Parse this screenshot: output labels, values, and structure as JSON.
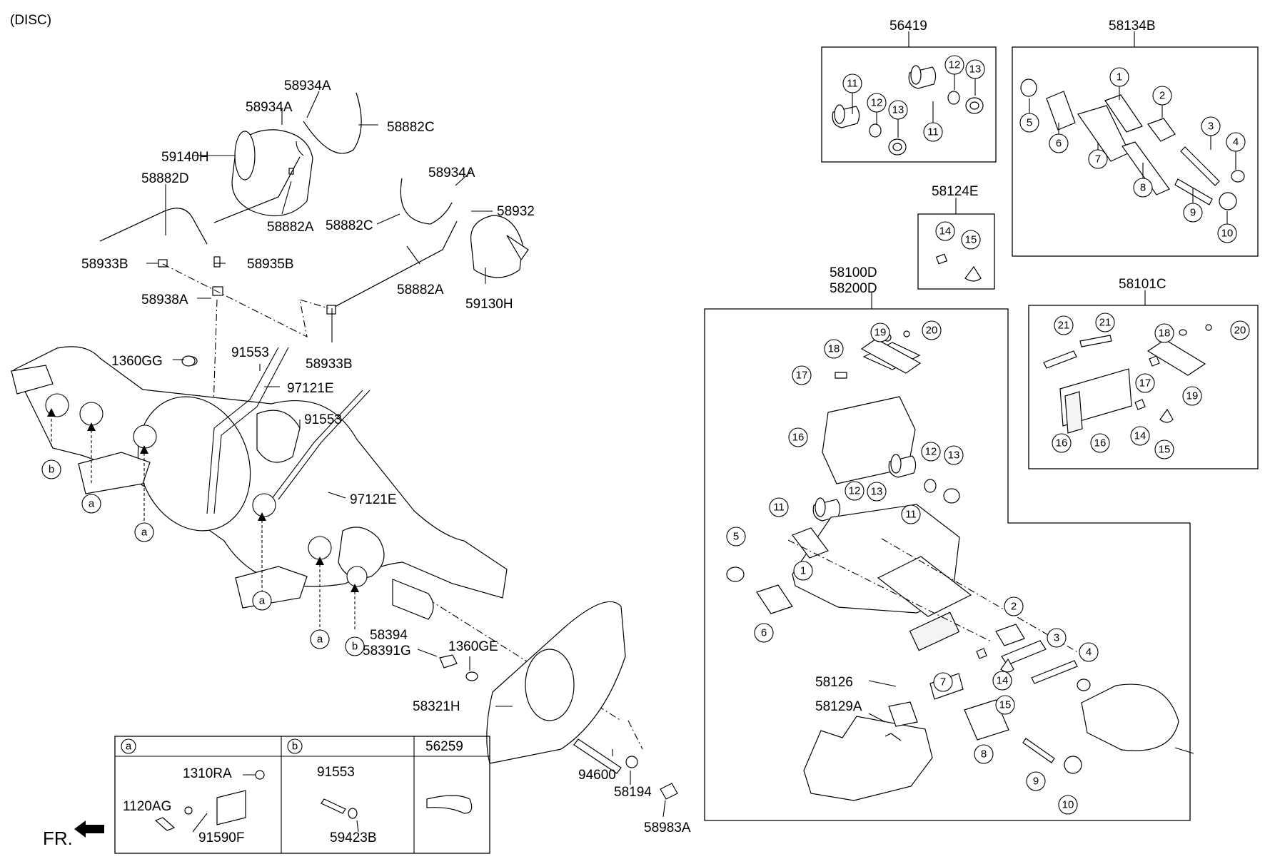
{
  "header": {
    "variant": "(DISC)"
  },
  "direction": {
    "label": "FR."
  },
  "group_boxes": {
    "g56419": "56419",
    "g58134B": "58134B",
    "g58124E": "58124E",
    "g58100D": "58100D",
    "g58200D": "58200D",
    "g58101C": "58101C"
  },
  "labels": {
    "l58934A_1": "58934A",
    "l58934A_2": "58934A",
    "l58882C_1": "58882C",
    "l59140H": "59140H",
    "l58882D": "58882D",
    "l58882A_1": "58882A",
    "l58934A_3": "58934A",
    "l58882C_2": "58882C",
    "l58932": "58932",
    "l58933B_1": "58933B",
    "l58935B": "58935B",
    "l58882A_2": "58882A",
    "l58938A": "58938A",
    "l59130H": "59130H",
    "l1360GG": "1360GG",
    "l91553_1": "91553",
    "l58933B_2": "58933B",
    "l97121E_1": "97121E",
    "l91553_2": "91553",
    "l97121E_2": "97121E",
    "l58394": "58394",
    "l58391G": "58391G",
    "l1360GE": "1360GE",
    "l58321H": "58321H",
    "l94600": "94600",
    "l58194": "58194",
    "l58983A": "58983A",
    "l58126": "58126",
    "l58129A": "58129A"
  },
  "callouts": {
    "a": "a",
    "b": "b"
  },
  "legend_table": {
    "col_a": "a",
    "col_b": "b",
    "col_56259": "56259",
    "a_1310RA": "1310RA",
    "a_1120AG": "1120AG",
    "a_91590F": "91590F",
    "b_91553": "91553",
    "b_59423B": "59423B"
  },
  "item_numbers": [
    "1",
    "2",
    "3",
    "4",
    "5",
    "6",
    "7",
    "8",
    "9",
    "10",
    "11",
    "12",
    "13",
    "14",
    "15",
    "16",
    "17",
    "18",
    "19",
    "20",
    "21"
  ]
}
